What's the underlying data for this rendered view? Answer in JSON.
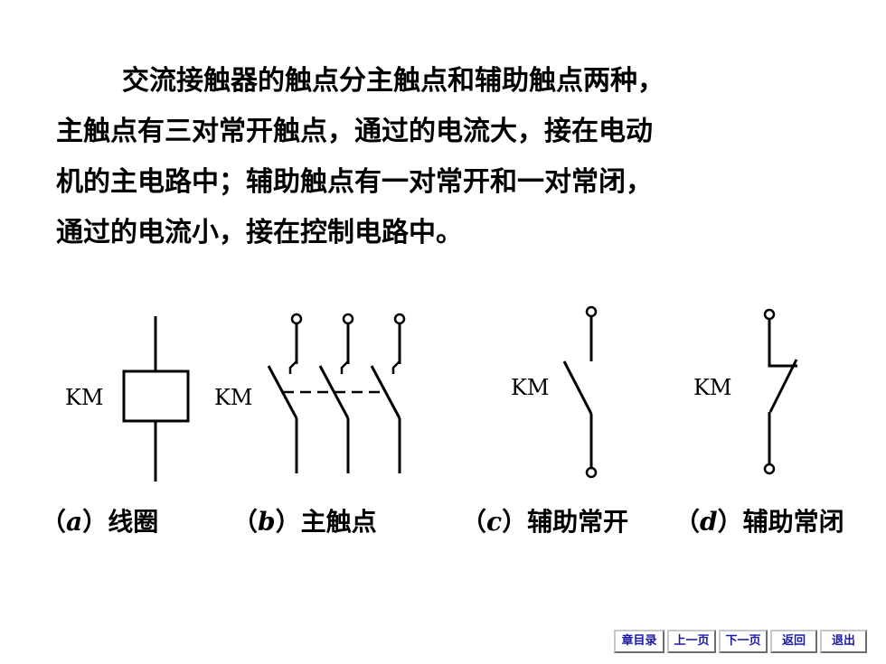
{
  "paragraph": {
    "lines": [
      "交流接触器的触点分主触点和辅助触点两种，",
      "主触点有三对常开触点，通过的电流大，接在电动",
      "机的主电路中；辅助触点有一对常开和一对常闭，",
      "通过的电流小，接在控制电路中。"
    ]
  },
  "diagram": {
    "labels": {
      "a": "KM",
      "b": "KM",
      "c": "KM",
      "d": "KM"
    }
  },
  "captions": [
    {
      "open": "（",
      "letter": "a",
      "close": "）",
      "text": "线圈"
    },
    {
      "open": "（",
      "letter": "b",
      "close": "）",
      "text": "主触点"
    },
    {
      "open": "（",
      "letter": "c",
      "close": "）",
      "text": "辅助常开"
    },
    {
      "open": "（",
      "letter": "d",
      "close": "）",
      "text": "辅助常闭"
    }
  ],
  "nav": {
    "chapter_menu": "章目录",
    "prev_page": "上一页",
    "next_page": "下一页",
    "back": "返回",
    "exit": "退出"
  }
}
